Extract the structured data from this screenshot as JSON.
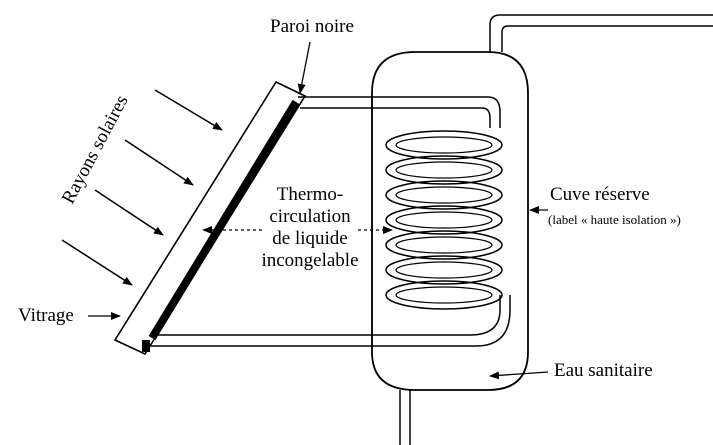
{
  "labels": {
    "paroi_noire": "Paroi noire",
    "rayons_solaires": "Rayons solaires",
    "vitrage": "Vitrage",
    "thermo_line1": "Thermo-",
    "thermo_line2": "circulation",
    "thermo_line3": "de liquide",
    "thermo_line4": "incongelable",
    "cuve_reserve": "Cuve réserve",
    "cuve_label": "(label « haute isolation »)",
    "eau_sanitaire": "Eau sanitaire"
  },
  "colors": {
    "ink": "#000000",
    "background": "#ffffff"
  }
}
